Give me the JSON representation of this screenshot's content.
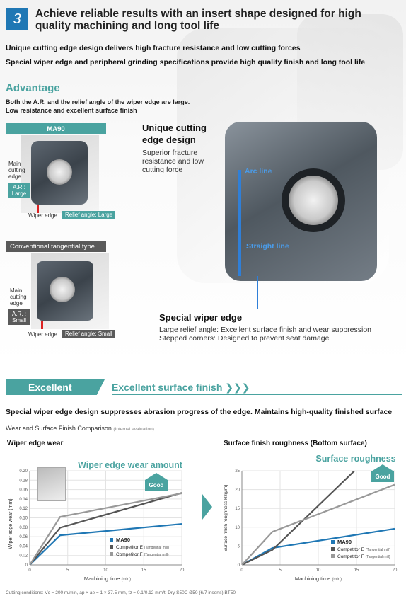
{
  "header": {
    "section_number": "3",
    "title": "Achieve reliable results with an insert shape designed for high quality machining and long tool life"
  },
  "leads": [
    "Unique cutting edge design delivers high fracture resistance and low cutting forces",
    "Special wiper edge and peripheral grinding specifications provide high quality finish and long tool life"
  ],
  "advantage": {
    "title": "Advantage",
    "text_line1": "Both the A.R. and the relief angle of the wiper edge are large.",
    "text_line2": "Low resistance and excellent surface finish"
  },
  "ma90": {
    "label": "MA90",
    "main_edge_line1": "Main",
    "main_edge_line2": "cutting",
    "main_edge_line3": "edge",
    "ar_tag_line1": "A.R.:",
    "ar_tag_line2": "Large",
    "wiper_label": "Wiper edge",
    "relief_tag": "Relief angle: Large"
  },
  "conventional": {
    "label": "Conventional tangential type",
    "main_edge_line1": "Main",
    "main_edge_line2": "cutting",
    "main_edge_line3": "edge",
    "ar_tag_line1": "A.R. :",
    "ar_tag_line2": "Small",
    "wiper_label": "Wiper edge",
    "relief_tag": "Relief angle: Small"
  },
  "callouts": {
    "unique_title_line1": "Unique cutting",
    "unique_title_line2": "edge design",
    "unique_text_line1": "Superior fracture",
    "unique_text_line2": "resistance and low",
    "unique_text_line3": "cutting force",
    "arc_line": "Arc line",
    "straight_line": "Straight line",
    "wiper_title": "Special wiper edge",
    "wiper_text_line1": "Large relief angle: Excellent surface finish and wear suppression",
    "wiper_text_line2": "Stepped corners: Designed to prevent seat damage"
  },
  "excellent": {
    "tag": "Excellent",
    "heading": "Excellent surface finish ❯❯❯",
    "lead": "Special wiper edge design suppresses abrasion progress of the edge. Maintains high-quality finished surface",
    "comparison_title": "Wear and Surface Finish Comparison",
    "comparison_note": "(Internal evaluation)"
  },
  "colors": {
    "teal": "#4aa3a0",
    "ma90_blue": "#1f77b4",
    "competitor_e": "#555555",
    "competitor_f": "#999999"
  },
  "good_label": "Good",
  "chart_data": [
    {
      "type": "line",
      "panel_title": "Wiper edge wear",
      "title": "Wiper edge wear amount",
      "xlabel": "Machining time",
      "xlabel_unit": "(min)",
      "ylabel": "Wiper edge wear (mm)",
      "xlim": [
        0,
        20
      ],
      "ylim": [
        0,
        0.2
      ],
      "xticks": [
        0,
        5,
        10,
        15,
        20
      ],
      "yticks": [
        0,
        0.02,
        0.04,
        0.06,
        0.08,
        0.1,
        0.12,
        0.14,
        0.16,
        0.18,
        0.2
      ],
      "ytick_labels": [
        "0",
        "0.02",
        "0.04",
        "0.06",
        "0.08",
        "0.10",
        "0.12",
        "0.14",
        "0.16",
        "0.18",
        "0.20"
      ],
      "grid": true,
      "legend": "bottom-right",
      "series": [
        {
          "name": "MA90",
          "note": "",
          "x": [
            0,
            4,
            20
          ],
          "y": [
            0,
            0.063,
            0.087
          ]
        },
        {
          "name": "Competitor E",
          "note": "(Tangential mill)",
          "x": [
            0,
            4,
            20
          ],
          "y": [
            0,
            0.079,
            0.153
          ]
        },
        {
          "name": "Competitor F",
          "note": "(Tangential mill)",
          "x": [
            0,
            4,
            20
          ],
          "y": [
            0,
            0.102,
            0.152
          ]
        }
      ]
    },
    {
      "type": "line",
      "panel_title": "Surface finish roughness (Bottom surface)",
      "title": "Surface roughness",
      "xlabel": "Machining time",
      "xlabel_unit": "(min)",
      "ylabel": "Surface finish roughness Rz(μm)",
      "xlim": [
        0,
        20
      ],
      "ylim": [
        0,
        25
      ],
      "xticks": [
        0,
        5,
        10,
        15,
        20
      ],
      "yticks": [
        0,
        5,
        10,
        15,
        20,
        25
      ],
      "ytick_labels": [
        "0",
        "5",
        "10",
        "15",
        "20",
        "25"
      ],
      "grid": true,
      "legend": "bottom-right",
      "series": [
        {
          "name": "MA90",
          "note": "",
          "x": [
            0,
            4,
            20
          ],
          "y": [
            0,
            4.5,
            9.6
          ]
        },
        {
          "name": "Competitor E",
          "note": "(Tangential mill)",
          "x": [
            0,
            4,
            15
          ],
          "y": [
            0,
            4.0,
            25.5
          ]
        },
        {
          "name": "Competitor F",
          "note": "(Tangential mill)",
          "x": [
            0,
            4,
            20
          ],
          "y": [
            0,
            8.8,
            21.3
          ]
        }
      ]
    }
  ],
  "footnote": "Cutting conditions: Vc = 200 m/min, ap × ae = 1 × 37.5 mm, fz = 0.1/0.12 mm/t, Dry  S50C  Ø50 (6/7 inserts)  BT50"
}
